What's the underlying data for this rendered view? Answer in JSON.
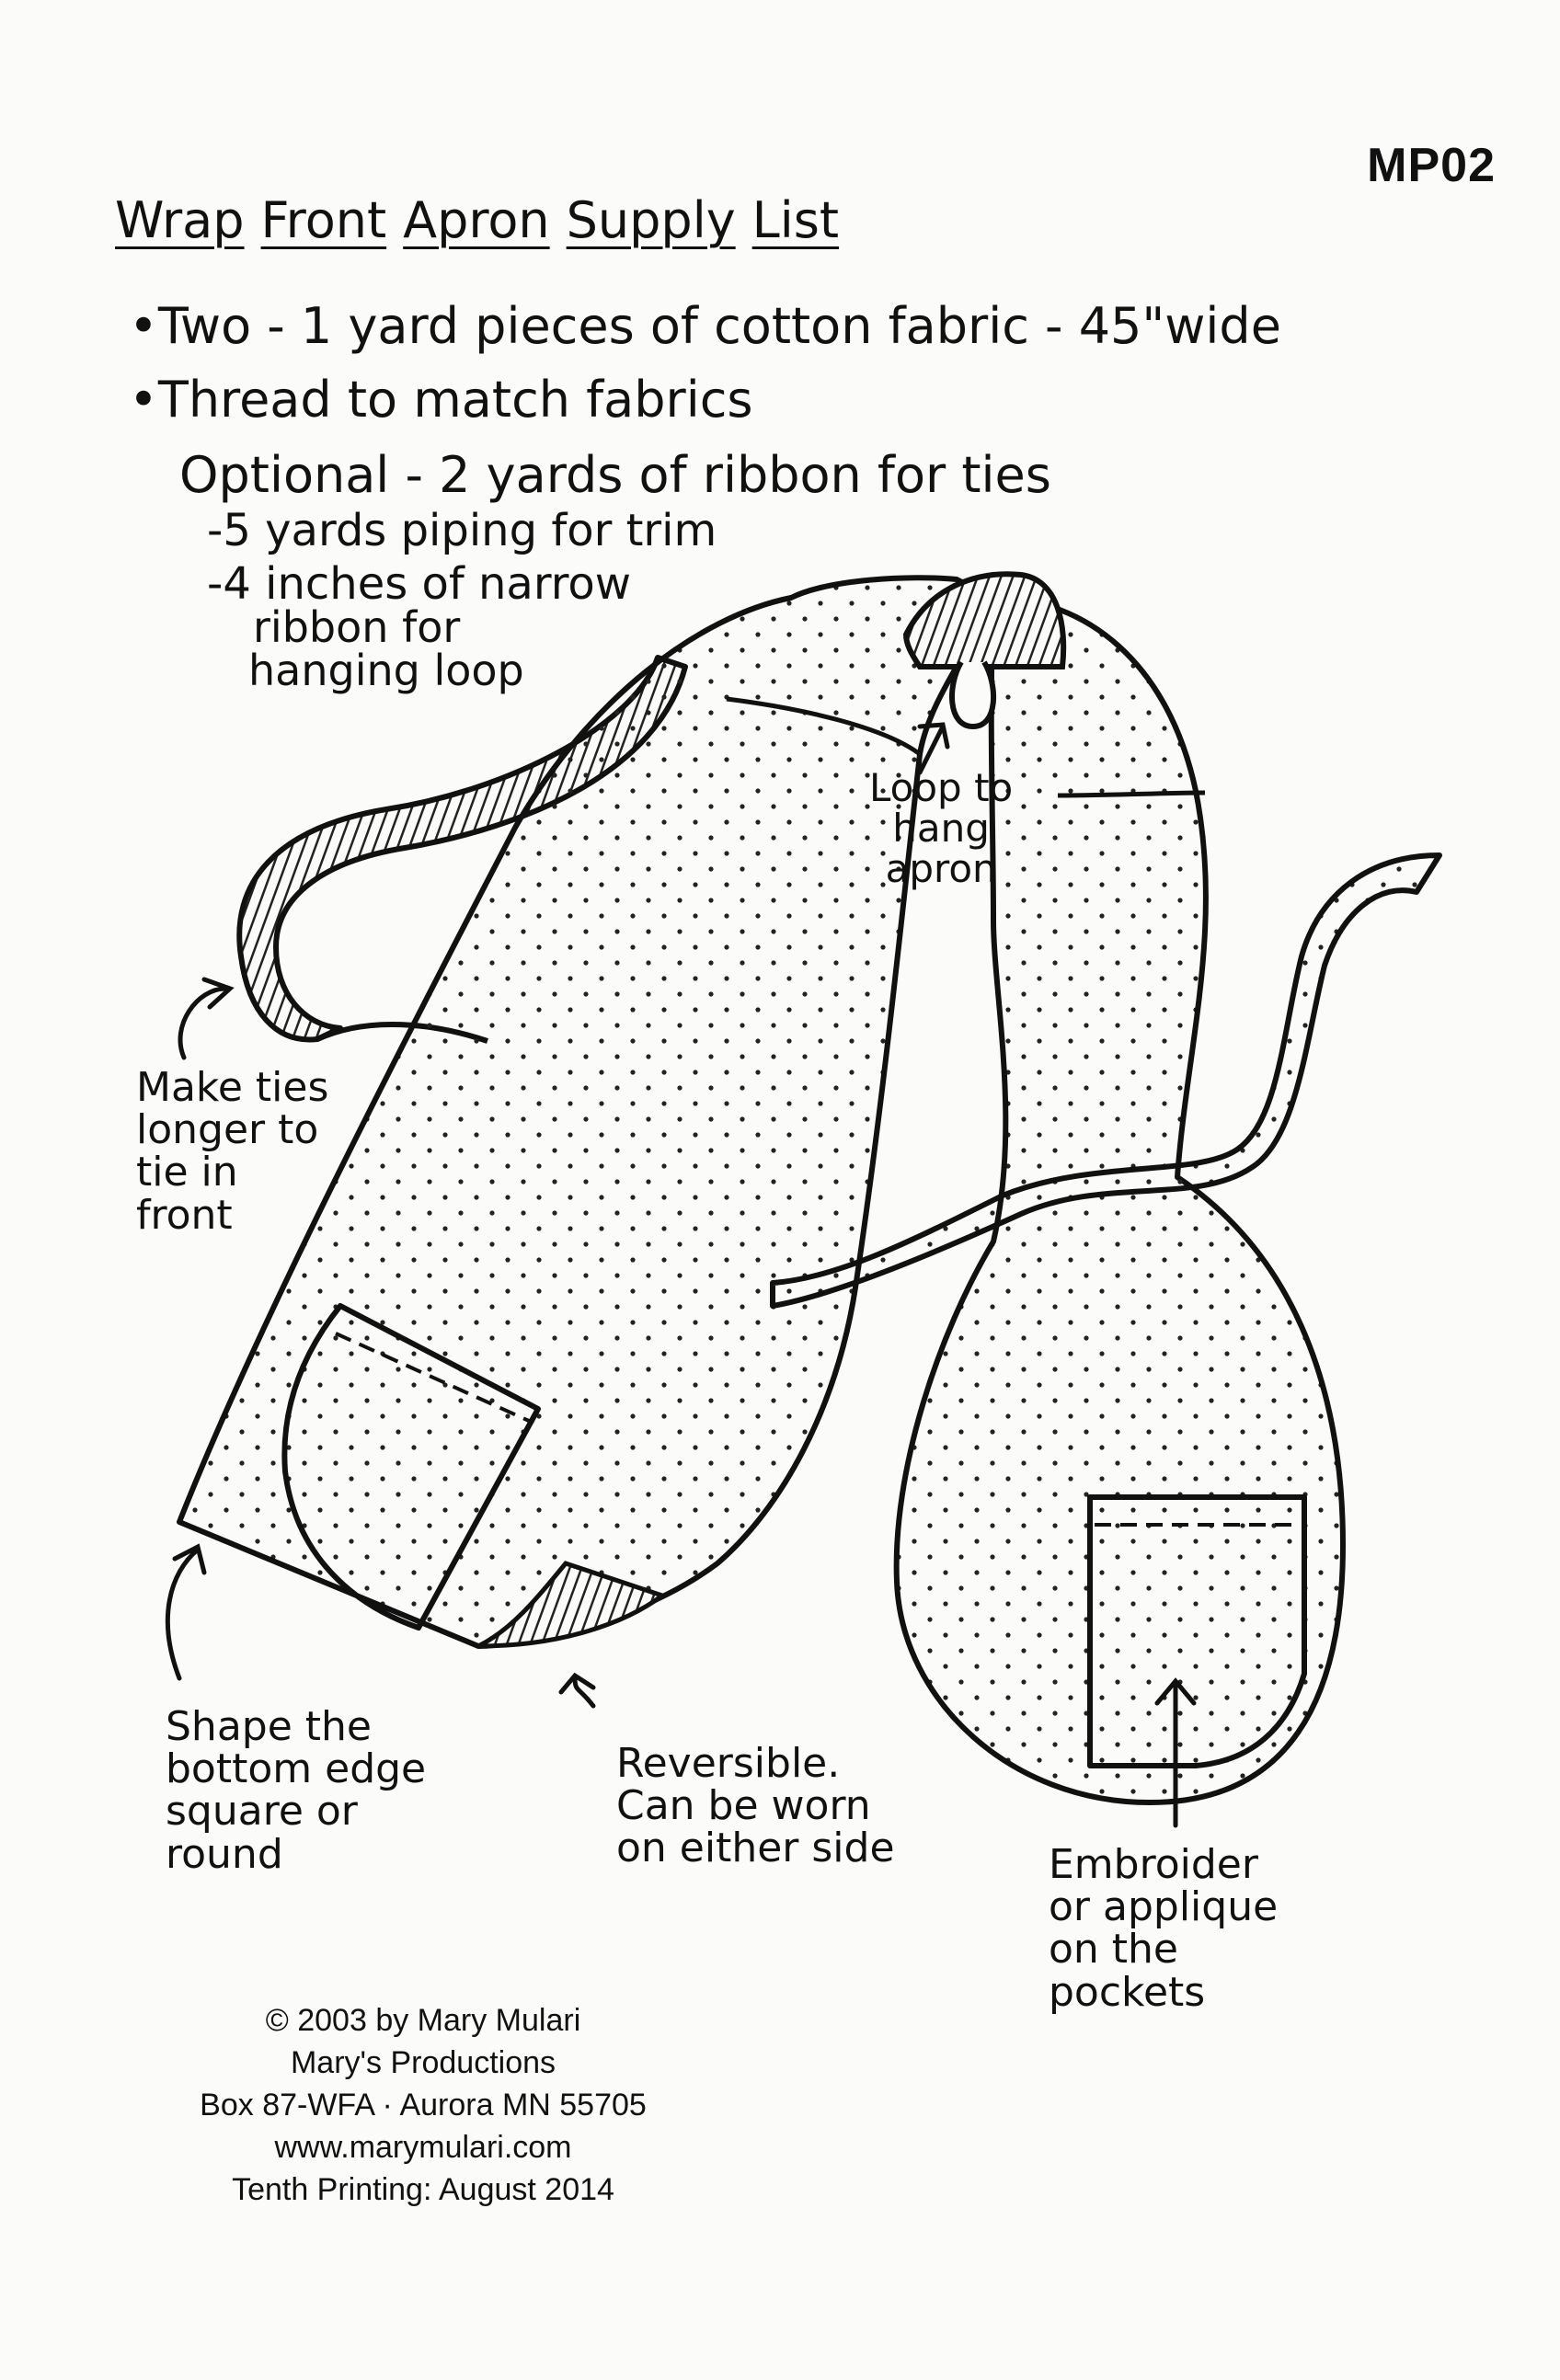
{
  "code": "MP02",
  "title_words": [
    "Wrap",
    "Front",
    "Apron",
    "Supply",
    "List"
  ],
  "supplies": [
    "•Two - 1 yard pieces of cotton fabric - 45\"wide",
    "•Thread to match fabrics"
  ],
  "optional": {
    "lead": "Optional - 2 yards of ribbon for ties",
    "items": [
      "-5 yards piping for trim",
      "-4 inches of narrow"
    ],
    "continuation": [
      "ribbon for",
      "hanging loop"
    ]
  },
  "annotations": {
    "ties": [
      "Make ties",
      "longer to",
      "tie in",
      "front"
    ],
    "loop": [
      "Loop to",
      "hang",
      "apron"
    ],
    "shape": [
      "Shape the",
      "bottom edge",
      "square or",
      "round"
    ],
    "reversible": [
      "Reversible.",
      "Can be worn",
      "on either side"
    ],
    "embroider": [
      "Embroider",
      "or applique",
      "on the",
      "pockets"
    ]
  },
  "colophon": [
    "© 2003 by Mary Mulari",
    "Mary's Productions",
    "Box 87-WFA · Aurora MN 55705",
    "www.marymulari.com",
    "Tenth Printing: August 2014"
  ]
}
